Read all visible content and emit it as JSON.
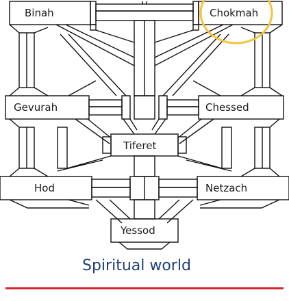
{
  "sefirot": {
    "binah": "Binah",
    "chokmah": "Chokmah",
    "gevurah": "Gevurah",
    "chessed": "Chessed",
    "tiferet": "Tiferet",
    "hod": "Hod",
    "netzach": "Netzach",
    "yessod": "Yessod"
  },
  "caption": "Spiritual world",
  "colors": {
    "highlight_ring": "#f5c33b",
    "caption_text": "#1f3f7a",
    "underline": "#d9232a",
    "lines": "#111111"
  }
}
